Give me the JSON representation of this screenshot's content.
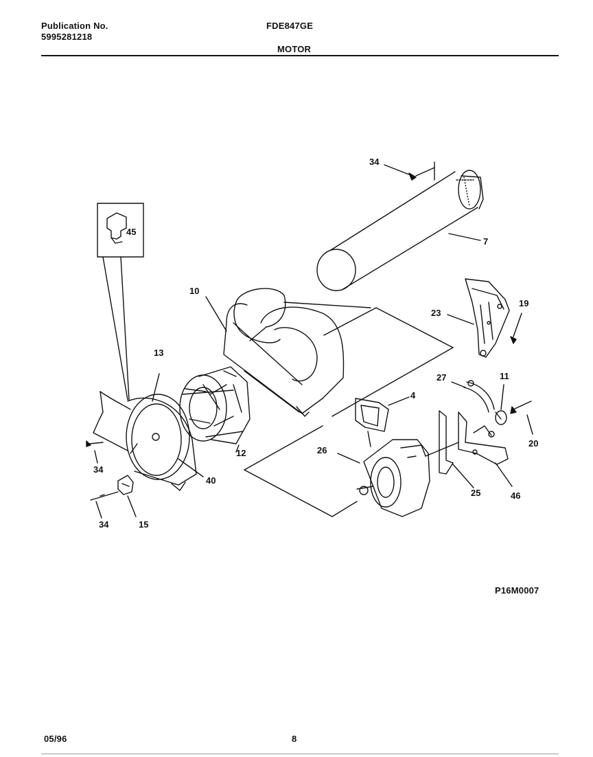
{
  "header": {
    "publication_label": "Publication No.",
    "publication_number": "5995281218",
    "model": "FDE847GE",
    "section_title": "MOTOR"
  },
  "parts": {
    "p45": "45",
    "p34a": "34",
    "p7": "7",
    "p10": "10",
    "p23": "23",
    "p19": "19",
    "p13": "13",
    "p27": "27",
    "p11": "11",
    "p4": "4",
    "p20": "20",
    "p12": "12",
    "p26": "26",
    "p34b": "34",
    "p40": "40",
    "p25": "25",
    "p46": "46",
    "p34c": "34",
    "p15": "15"
  },
  "figure_code": "P16M0007",
  "footer": {
    "date": "05/96",
    "page": "8"
  }
}
